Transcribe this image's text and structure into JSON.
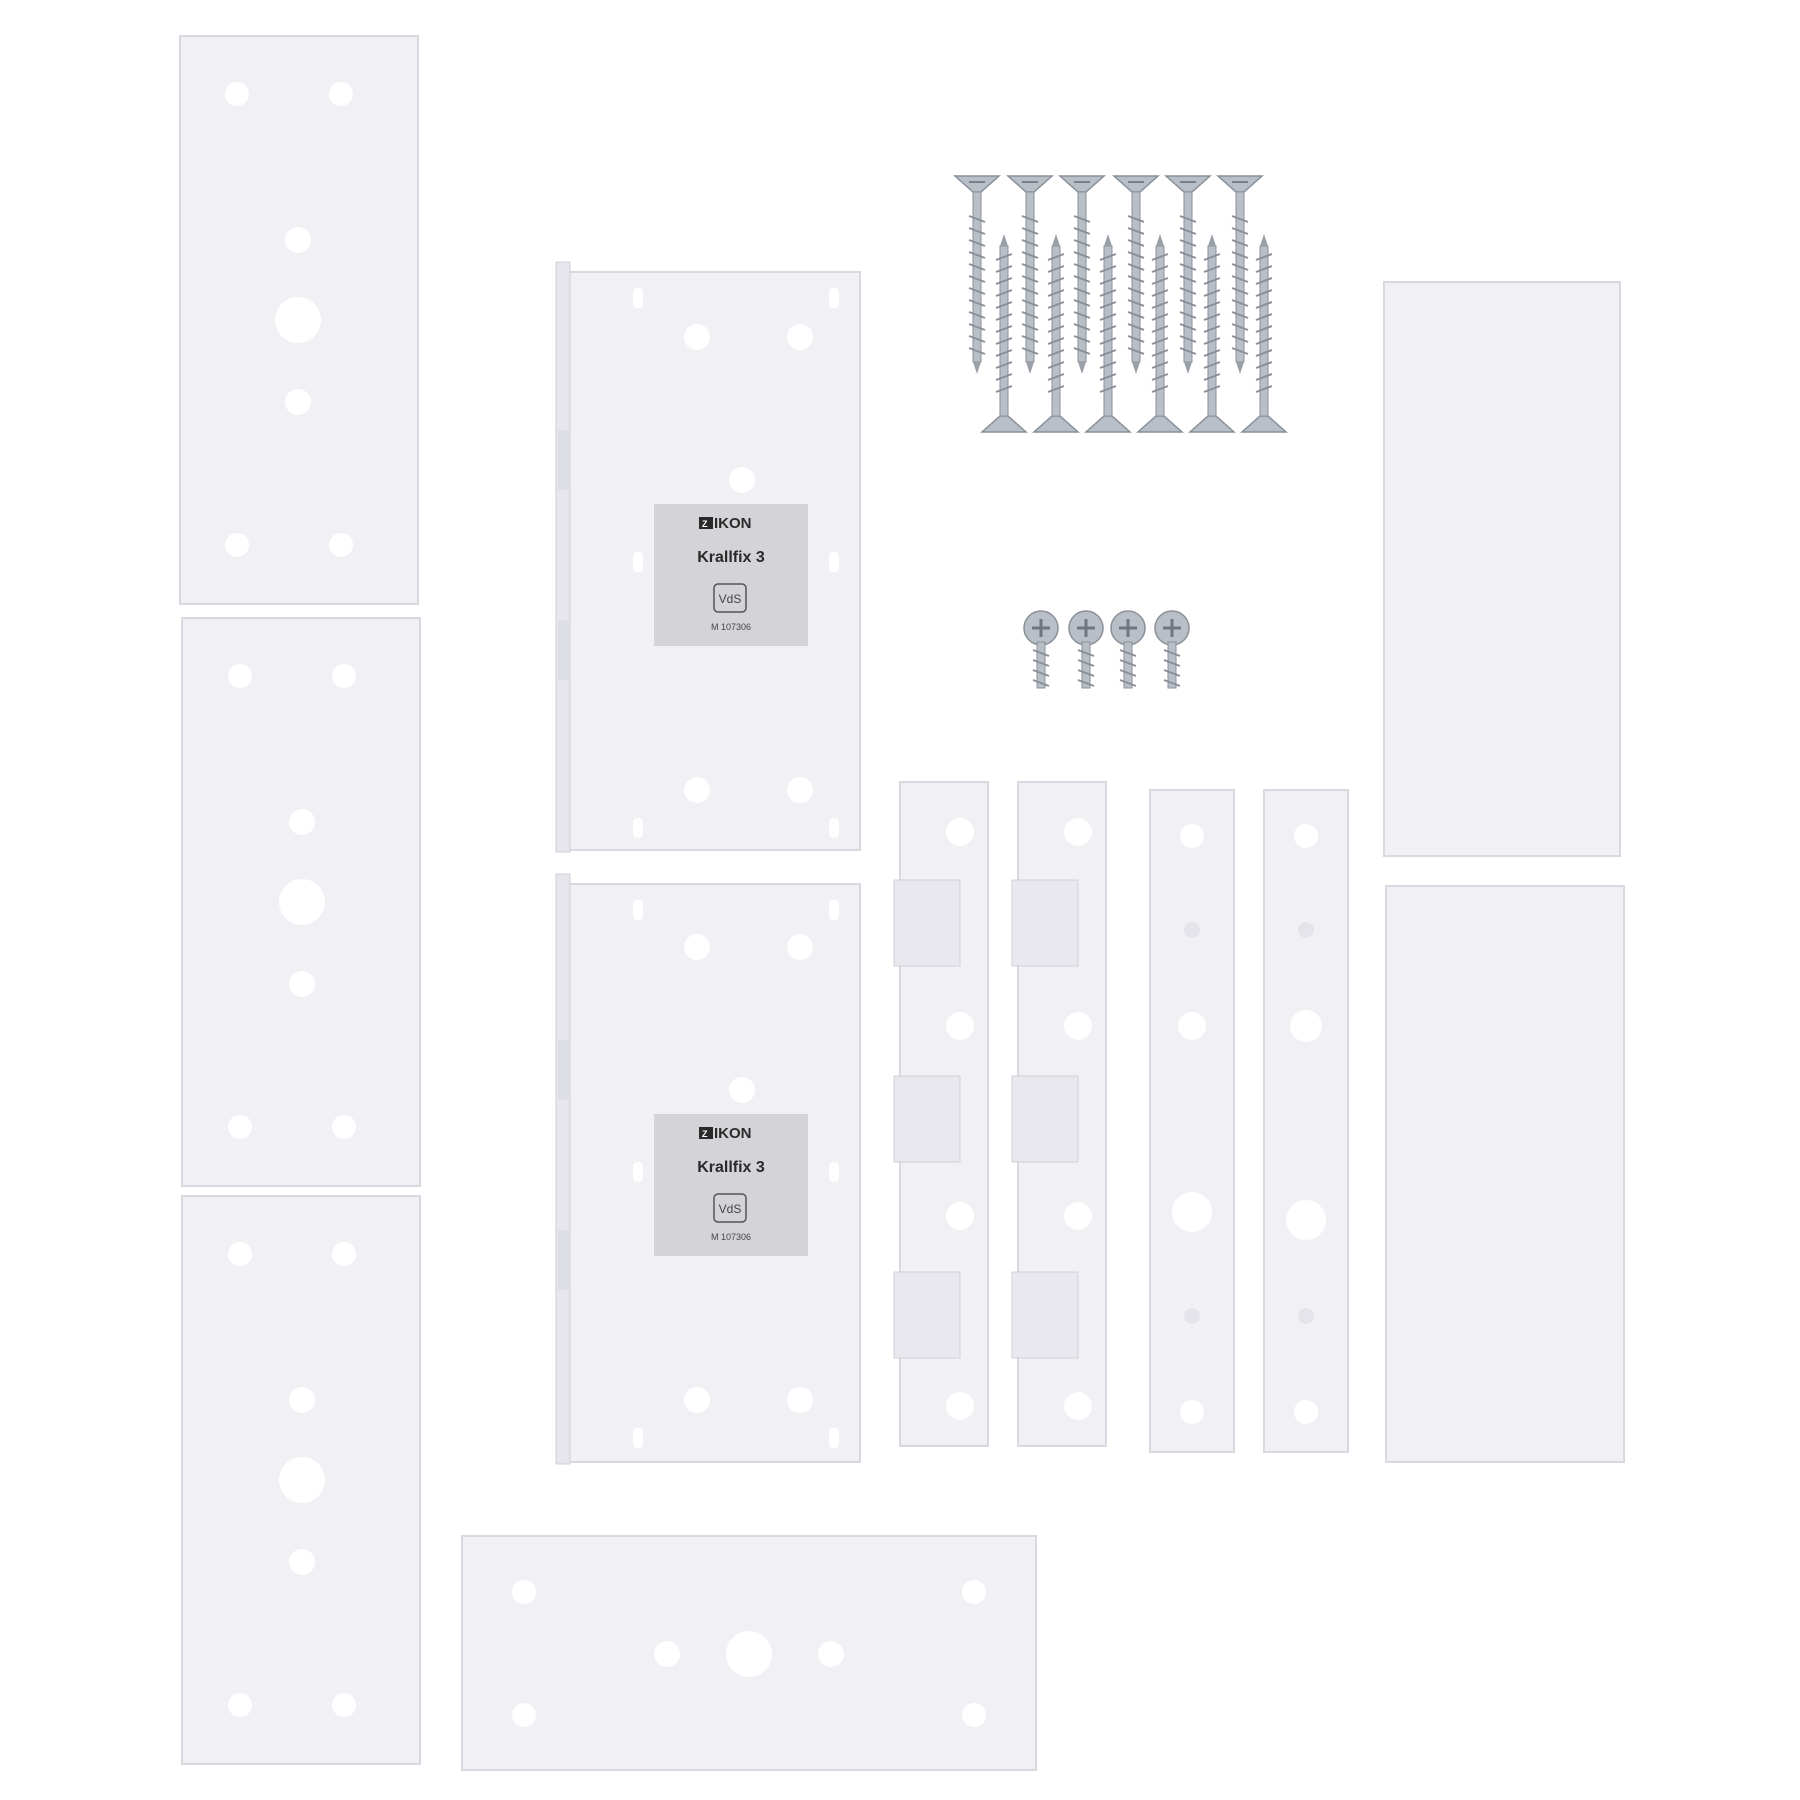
{
  "colors": {
    "background": "#ffffff",
    "plate_fill": "#f1f1f5",
    "plate_edge": "#d9d9e0",
    "hole": "#ffffff",
    "sticker": "#d4d4d8",
    "screw": "#b9bfc6",
    "screw_dark": "#8a9099"
  },
  "sticker_1": {
    "brand": "IKON",
    "model": "Krallfix 3",
    "cert": "VdS",
    "code": "M 107306"
  },
  "sticker_2": {
    "brand": "IKON",
    "model": "Krallfix 3",
    "cert": "VdS",
    "code": "M 107306"
  },
  "icons": {
    "brand_logo": "ikon-logo-icon",
    "screws_long": "countersunk-screw-icon",
    "screws_short": "short-screw-icon"
  },
  "counts": {
    "long_screws": 12,
    "short_screws": 4
  }
}
